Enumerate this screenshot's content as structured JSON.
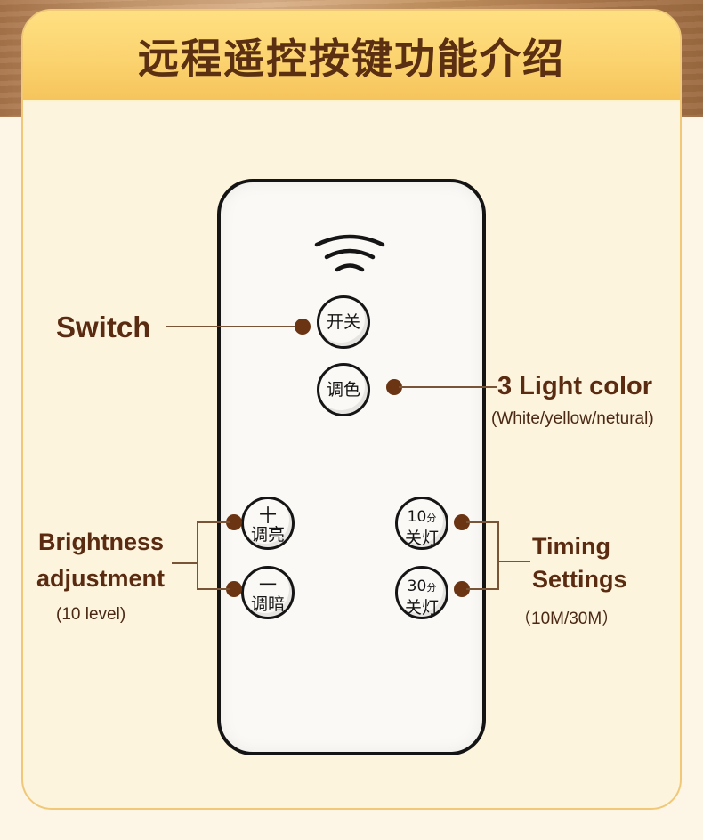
{
  "title": "远程遥控按键功能介绍",
  "buttons": {
    "power": "开关",
    "color": "调色",
    "bright_up_symbol": "十",
    "bright_up": "调亮",
    "bright_down_symbol": "一",
    "bright_down": "调暗",
    "timer10_num": "10",
    "timer10_unit": "分",
    "timer10_action": "关灯",
    "timer30_num": "30",
    "timer30_unit": "分",
    "timer30_action": "关灯"
  },
  "labels": {
    "switch": "Switch",
    "color_title": "3 Light color",
    "color_sub": "(White/yellow/netural)",
    "brightness_line1": "Brightness",
    "brightness_line2": "adjustment",
    "brightness_sub": "(10 level)",
    "timing_line1": "Timing",
    "timing_line2": "Settings",
    "timing_sub": "（10M/30M）"
  },
  "colors": {
    "banner": "#fbd36f",
    "title": "#5a2f12",
    "label": "#5a2b10",
    "dot": "#6b3412",
    "remote_outline": "#141414"
  },
  "icons": [
    "signal-waves-icon"
  ]
}
